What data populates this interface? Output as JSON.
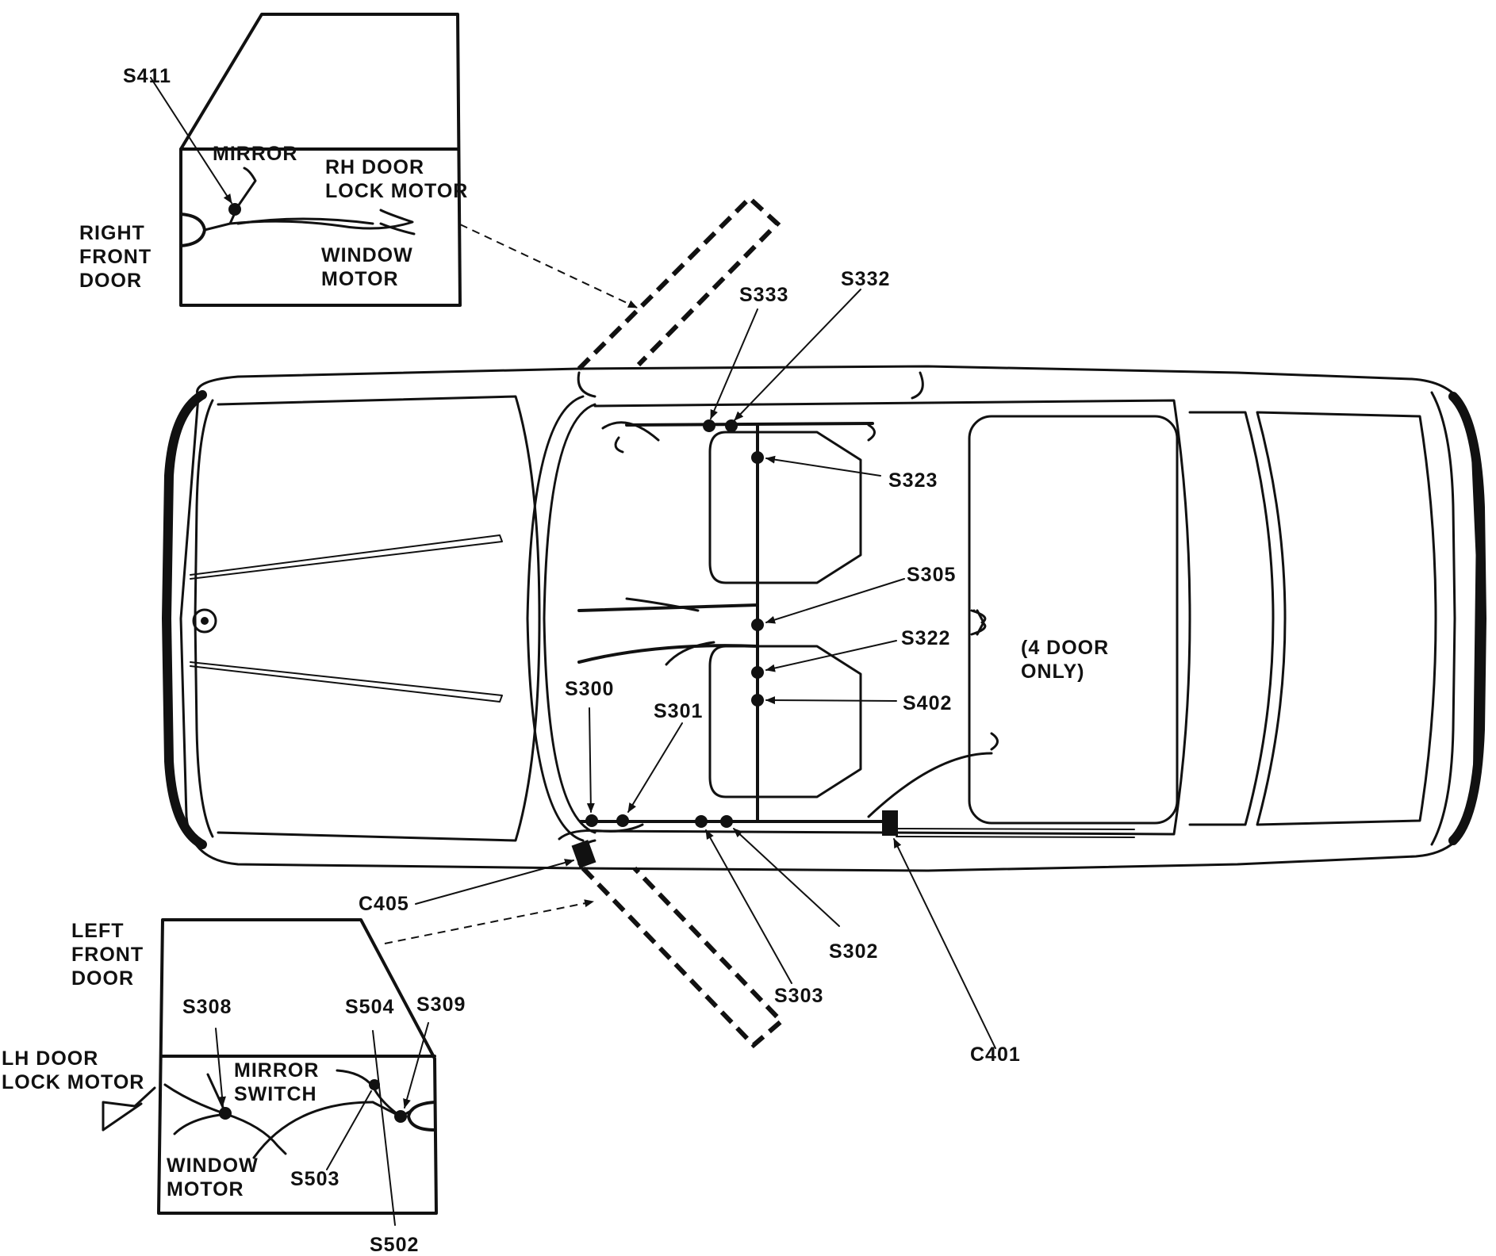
{
  "colors": {
    "ink": "#111111",
    "paper": "#ffffff"
  },
  "labels": {
    "s411": "S411",
    "mirror": "MIRROR",
    "rh_door_1": "RH DOOR",
    "rh_door_2": "LOCK MOTOR",
    "right_front_1": "RIGHT",
    "right_front_2": "FRONT",
    "right_front_3": "DOOR",
    "window_motor_r1": "WINDOW",
    "window_motor_r2": "MOTOR",
    "s333": "S333",
    "s332": "S332",
    "s323": "S323",
    "s305": "S305",
    "s322": "S322",
    "s402": "S402",
    "four_door_1": "(4 DOOR",
    "four_door_2": "ONLY)",
    "s300": "S300",
    "s301": "S301",
    "c405": "C405",
    "s302": "S302",
    "s303": "S303",
    "c401": "C401",
    "left_front_1": "LEFT",
    "left_front_2": "FRONT",
    "left_front_3": "DOOR",
    "s308": "S308",
    "s504": "S504",
    "s309": "S309",
    "lh_door_1": "LH DOOR",
    "lh_door_2": "LOCK MOTOR",
    "mirror_switch_1": "MIRROR",
    "mirror_switch_2": "SWITCH",
    "window_motor_l1": "WINDOW",
    "window_motor_l2": "MOTOR",
    "s503": "S503",
    "s502": "S502"
  }
}
